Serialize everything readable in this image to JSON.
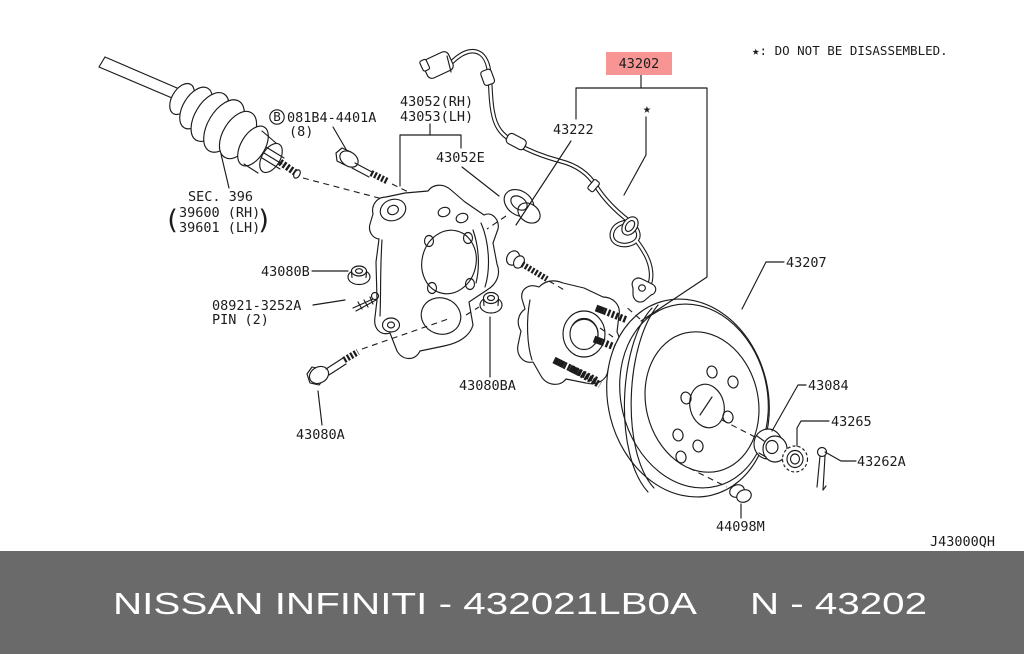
{
  "legend": {
    "note": "★: DO NOT BE DISASSEMBLED."
  },
  "callout": {
    "part_no": "43202",
    "star": "★"
  },
  "labels": {
    "harness": "43222",
    "sensor_rh": "43052(RH)",
    "sensor_lh": "43053(LH)",
    "sensor_sleeve": "43052E",
    "bolt_circle_letter": "B",
    "bolt_part": "081B4-4401A",
    "bolt_qty": "(8)",
    "sec_ref": "SEC. 396",
    "sec_rh": "39600 (RH)",
    "sec_lh": "39601 (LH)",
    "paren_open": "(",
    "paren_close": ")",
    "nut_b": "43080B",
    "pin_part": "08921-3252A",
    "pin_qty": "PIN (2)",
    "bolt_a": "43080A",
    "nut_ba": "43080BA",
    "rotor": "43207",
    "washer": "43084",
    "lock_nut": "43265",
    "cotter_pin": "43262A",
    "cap": "44098M"
  },
  "diagram_code": "J43000QH",
  "footer": {
    "left": "NISSAN  INFINITI - 432021LB0A",
    "right": "N - 43202"
  },
  "colors": {
    "line": "#1c1c1c",
    "highlight_bg": "#f79595",
    "highlight_text": "#8e2323",
    "footer_bg": "#6a6a6a",
    "footer_text": "#ffffff"
  }
}
